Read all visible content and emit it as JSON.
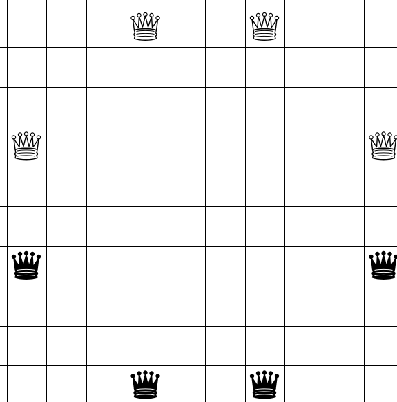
{
  "board": {
    "columns": 10,
    "rows": 10,
    "square_color": "#ffffff",
    "line_color": "#000000",
    "pieces": [
      {
        "type": "queen",
        "color": "white",
        "col": 3,
        "row": 0
      },
      {
        "type": "queen",
        "color": "white",
        "col": 6,
        "row": 0
      },
      {
        "type": "queen",
        "color": "white",
        "col": 0,
        "row": 3
      },
      {
        "type": "queen",
        "color": "white",
        "col": 9,
        "row": 3
      },
      {
        "type": "queen",
        "color": "black",
        "col": 0,
        "row": 6
      },
      {
        "type": "queen",
        "color": "black",
        "col": 9,
        "row": 6
      },
      {
        "type": "queen",
        "color": "black",
        "col": 3,
        "row": 9
      },
      {
        "type": "queen",
        "color": "black",
        "col": 6,
        "row": 9
      }
    ]
  }
}
